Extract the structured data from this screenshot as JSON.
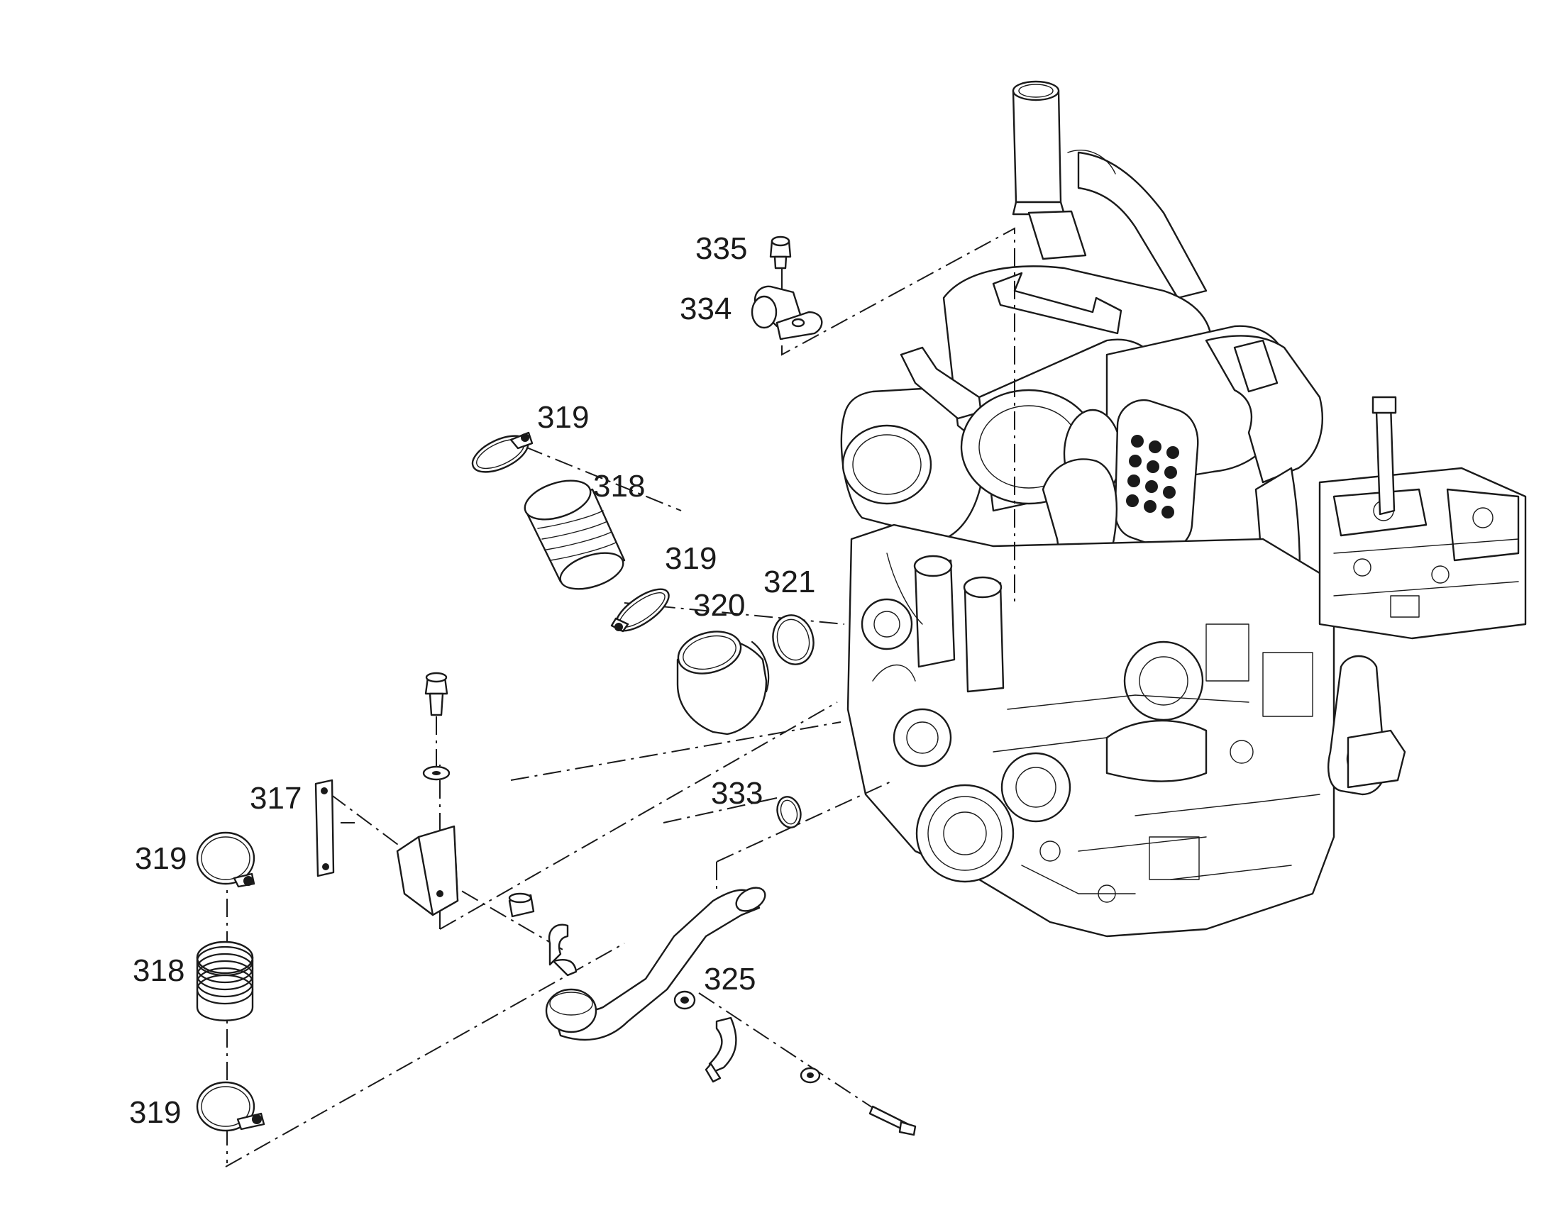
{
  "callouts": [
    {
      "id": "c335",
      "text": "335"
    },
    {
      "id": "c334",
      "text": "334"
    },
    {
      "id": "c319a",
      "text": "319"
    },
    {
      "id": "c318a",
      "text": "318"
    },
    {
      "id": "c319b",
      "text": "319"
    },
    {
      "id": "c320",
      "text": "320"
    },
    {
      "id": "c321",
      "text": "321"
    },
    {
      "id": "c317",
      "text": "317"
    },
    {
      "id": "c333",
      "text": "333"
    },
    {
      "id": "c319c",
      "text": "319"
    },
    {
      "id": "c318b",
      "text": "318"
    },
    {
      "id": "c325",
      "text": "325"
    },
    {
      "id": "c319d",
      "text": "319"
    }
  ]
}
